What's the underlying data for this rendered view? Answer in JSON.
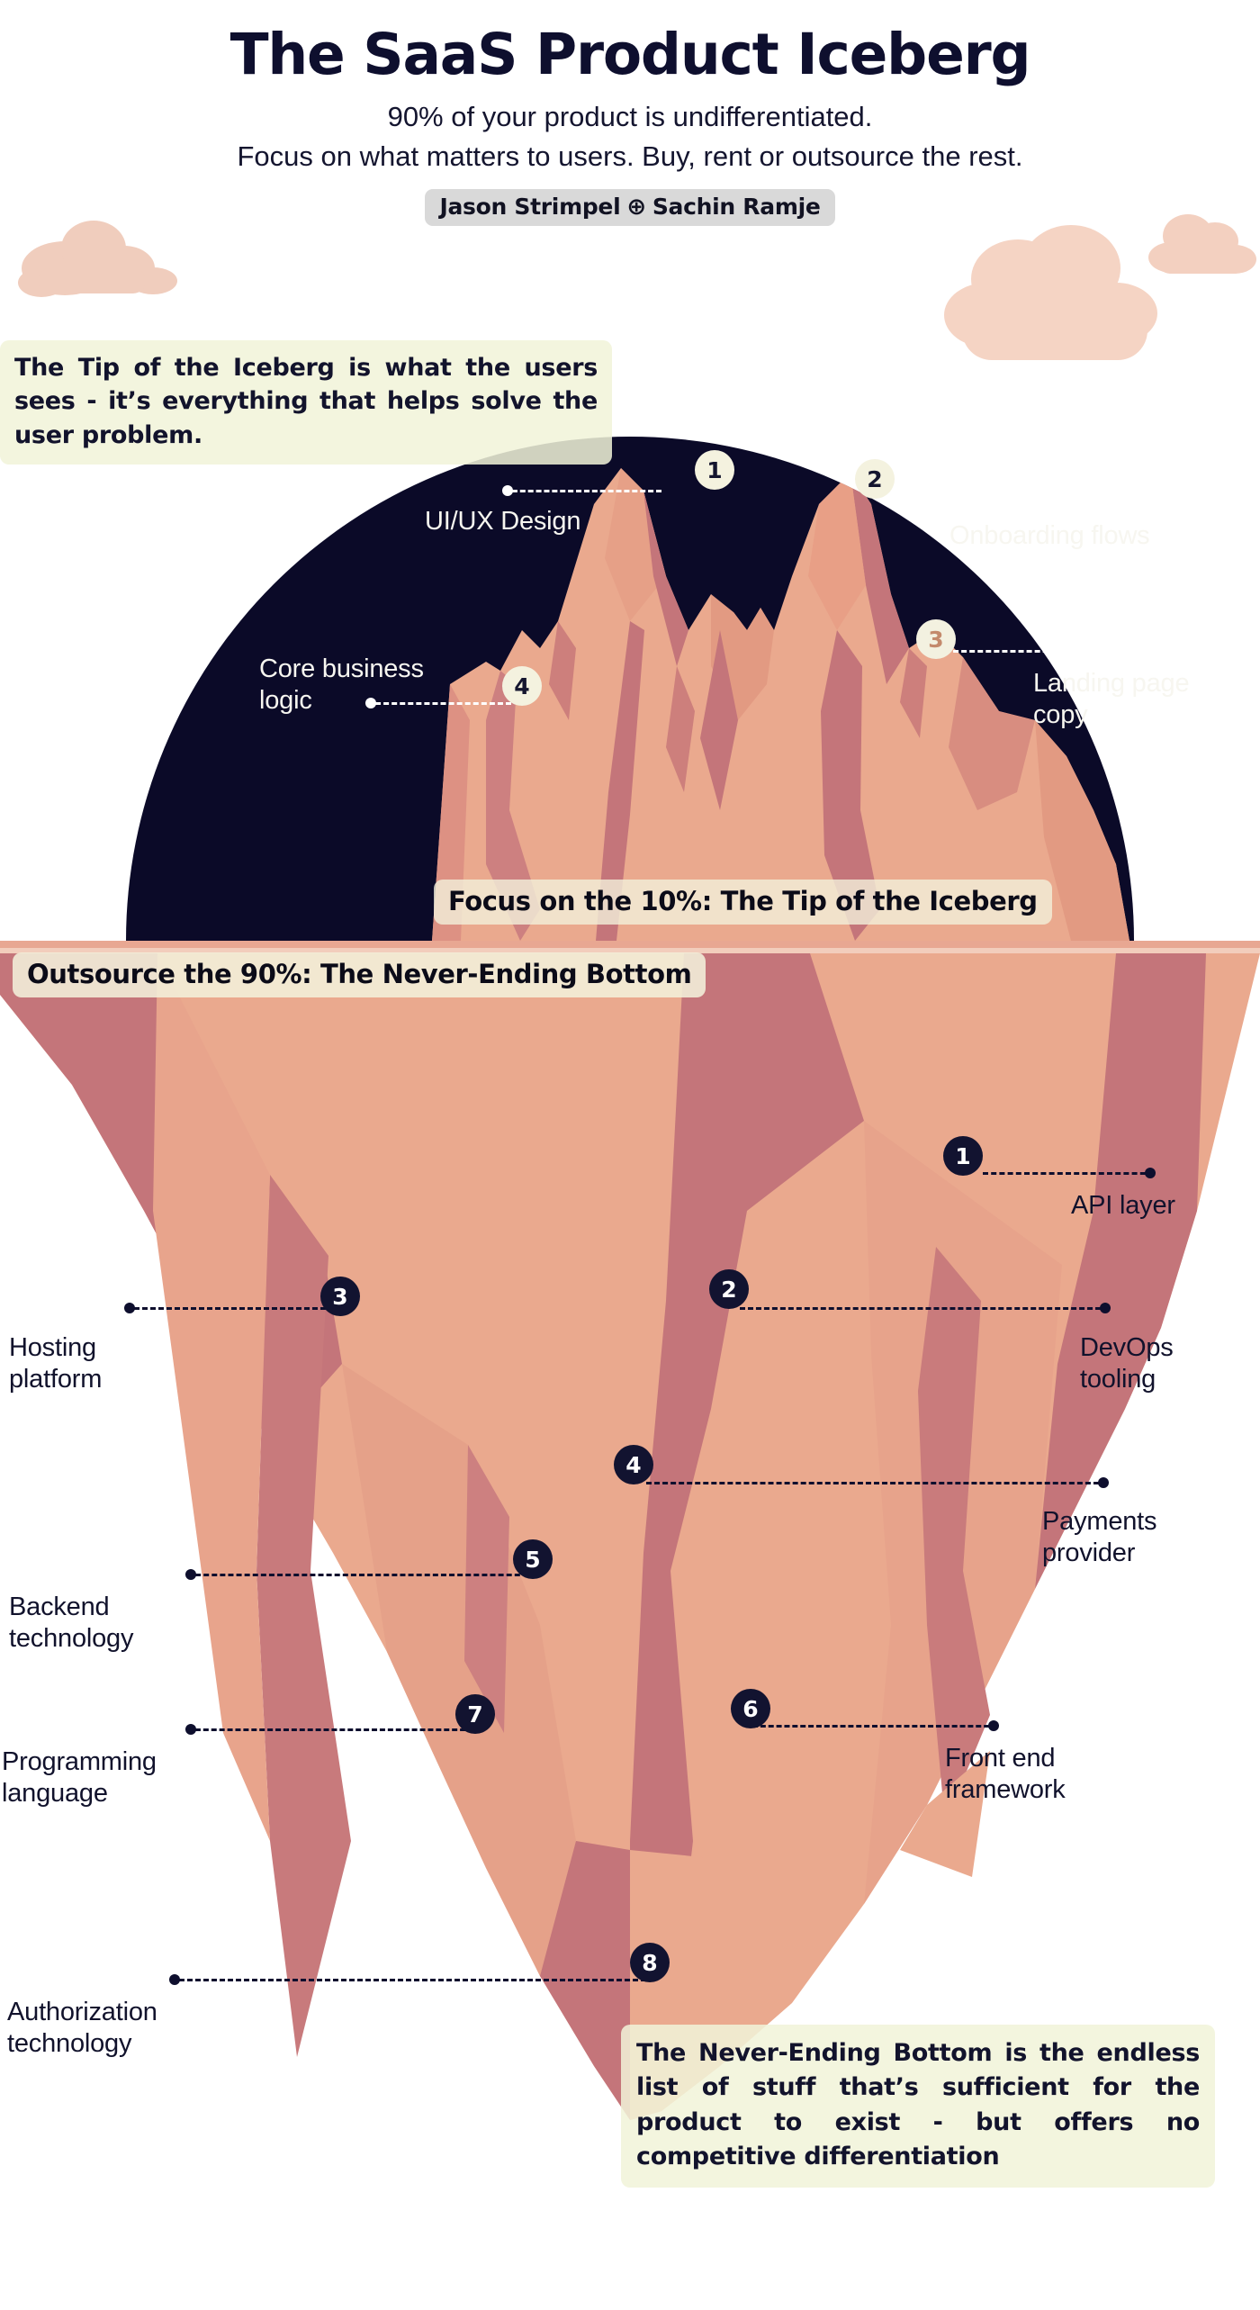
{
  "header": {
    "title": "The SaaS Product Iceberg",
    "subtitle_line1": "90% of your product is undifferentiated.",
    "subtitle_line2": "Focus on what matters to users. Buy, rent or outsource the rest.",
    "author_left": "Jason Strimpel",
    "author_divider_icon": "plus-circle-icon",
    "author_divider_glyph": "⊕",
    "author_right": "Sachin Ramje"
  },
  "banners": {
    "tip": "Focus on the 10%: The Tip of the Iceberg",
    "bottom": "Outsource the 90%: The Never-Ending Bottom"
  },
  "callouts": {
    "top": "The Tip of the Iceberg is what the users sees - it’s everything that helps solve the user problem.",
    "bottom": "The Never-Ending Bottom is the endless list of stuff that’s sufficient for the product to exist - but offers no competitive differentiation"
  },
  "tip_items": [
    {
      "number": "1",
      "label": "UI/UX Design"
    },
    {
      "number": "2",
      "label": "Onboarding flows"
    },
    {
      "number": "3",
      "label": "Landing page copy"
    },
    {
      "number": "4",
      "label": "Core business logic"
    }
  ],
  "bottom_items": [
    {
      "number": "1",
      "label": "API layer"
    },
    {
      "number": "2",
      "label": "DevOps tooling"
    },
    {
      "number": "3",
      "label": "Hosting platform"
    },
    {
      "number": "4",
      "label": "Payments provider"
    },
    {
      "number": "5",
      "label": "Backend technology"
    },
    {
      "number": "6",
      "label": "Front end framework"
    },
    {
      "number": "7",
      "label": "Programming language"
    },
    {
      "number": "8",
      "label": "Authorization technology"
    }
  ],
  "colors": {
    "ink": "#0e0f2e",
    "water_deep": "#0b0a28",
    "iceberg_light": "#eaa98e",
    "iceberg_mid": "#e39a82",
    "iceberg_dark": "#c4757a",
    "cloud": "#f5d4c4",
    "callout_bg": "#f1f3d8",
    "banner_bg": "#f3f0db",
    "author_pill": "#d9d9d9",
    "badge_sky": "#f4f2df",
    "badge_deep": "#121330",
    "page_bg": "#ffffff"
  },
  "stats": {
    "tip_percent": "10%",
    "bottom_percent": "90%"
  }
}
